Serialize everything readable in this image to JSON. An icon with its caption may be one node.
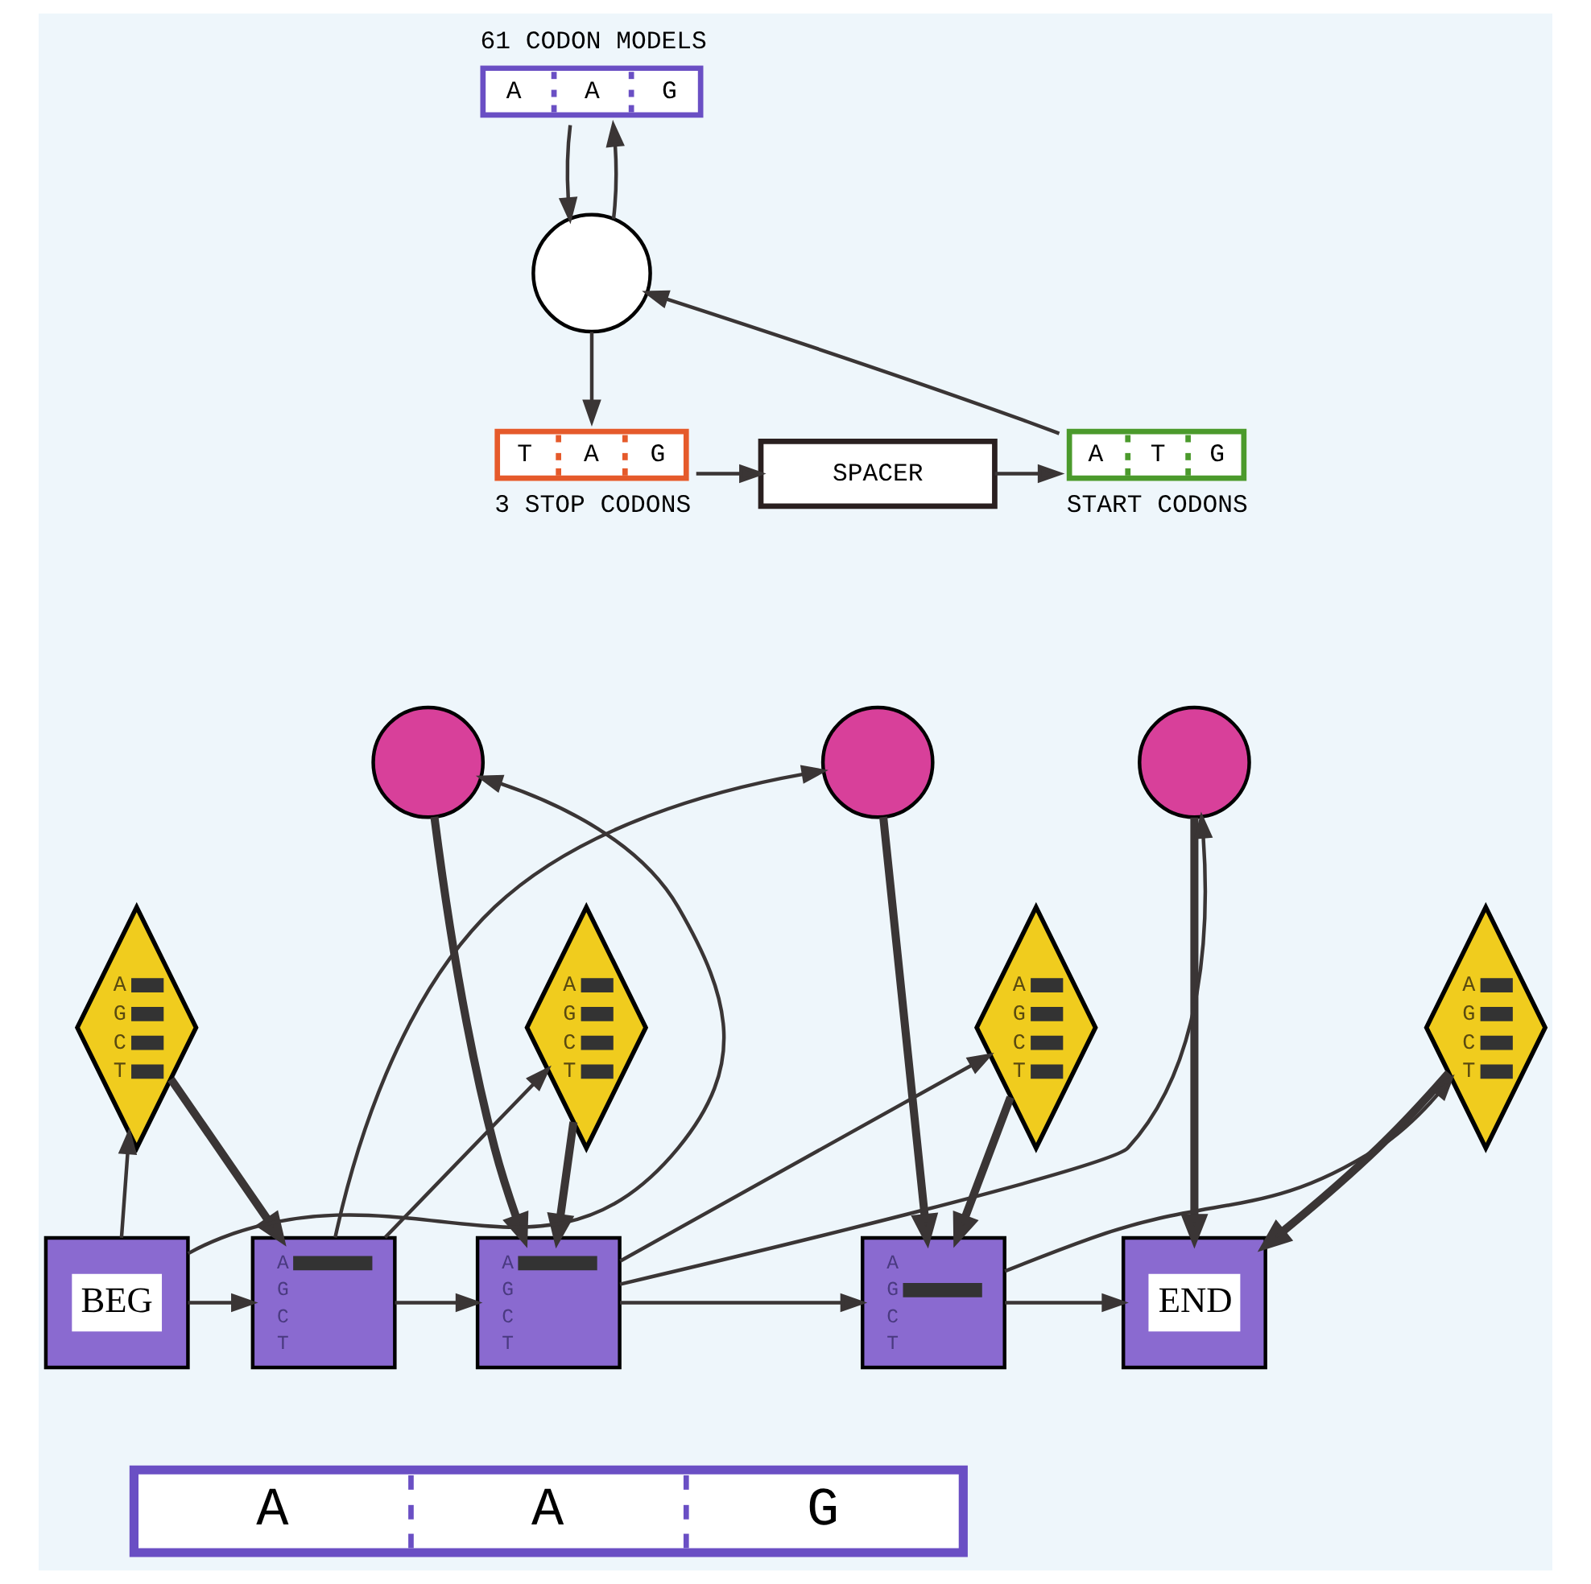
{
  "diagram": {
    "nodes": [
      {
        "text": [
          "A",
          "A",
          "G"
        ],
        "beside": [
          "61 CODON MODELS"
        ]
      },
      {
        "text": [],
        "shape": "circle"
      },
      {
        "text": [
          "T",
          "A",
          "G"
        ],
        "beside": [
          "3 STOP CODONS"
        ]
      },
      {
        "text": [
          "SPACER"
        ]
      },
      {
        "text": [
          "A",
          "T",
          "G"
        ],
        "beside": [
          "START CODONS"
        ]
      },
      {
        "text": [],
        "shape": "circle"
      },
      {
        "text": [],
        "shape": "circle"
      },
      {
        "text": [],
        "shape": "circle"
      },
      {
        "text": [
          "A",
          "G",
          "C",
          "T"
        ]
      },
      {
        "text": [
          "A",
          "G",
          "C",
          "T"
        ]
      },
      {
        "text": [
          "A",
          "G",
          "C",
          "T"
        ]
      },
      {
        "text": [
          "A",
          "G",
          "C",
          "T"
        ]
      },
      {
        "text": [
          "BEG"
        ]
      },
      {
        "text": [
          "A",
          "G",
          "C",
          "T"
        ]
      },
      {
        "text": [
          "A",
          "G",
          "C",
          "T"
        ]
      },
      {
        "text": [
          "A",
          "G",
          "C",
          "T"
        ]
      },
      {
        "text": [
          "END"
        ]
      },
      {
        "text": [
          "A",
          "A",
          "G"
        ]
      }
    ],
    "edges": [
      {
        "from": 1,
        "to": 0,
        "arrow": "to"
      },
      {
        "from": 0,
        "to": 1,
        "arrow": "to"
      },
      {
        "from": 1,
        "to": 2,
        "arrow": "to"
      },
      {
        "from": 2,
        "to": 3,
        "arrow": "to"
      },
      {
        "from": 3,
        "to": 4,
        "arrow": "to"
      },
      {
        "from": 4,
        "to": 1,
        "arrow": "to"
      },
      {
        "from": 12,
        "to": 8,
        "arrow": "to"
      },
      {
        "from": 12,
        "to": 5,
        "arrow": "to"
      },
      {
        "from": 12,
        "to": 13,
        "arrow": "to"
      },
      {
        "from": 8,
        "to": 13,
        "arrow": "to",
        "style": "thick"
      },
      {
        "from": 5,
        "to": 14,
        "arrow": "to",
        "style": "thick"
      },
      {
        "from": 13,
        "to": 9,
        "arrow": "to"
      },
      {
        "from": 13,
        "to": 6,
        "arrow": "to"
      },
      {
        "from": 13,
        "to": 14,
        "arrow": "to"
      },
      {
        "from": 9,
        "to": 14,
        "arrow": "to",
        "style": "thick"
      },
      {
        "from": 6,
        "to": 15,
        "arrow": "to",
        "style": "thick"
      },
      {
        "from": 14,
        "to": 10,
        "arrow": "to"
      },
      {
        "from": 14,
        "to": 7,
        "arrow": "to"
      },
      {
        "from": 14,
        "to": 15,
        "arrow": "to"
      },
      {
        "from": 10,
        "to": 15,
        "arrow": "to",
        "style": "thick"
      },
      {
        "from": 7,
        "to": 16,
        "arrow": "to",
        "style": "thick"
      },
      {
        "from": 15,
        "to": 11,
        "arrow": "to"
      },
      {
        "from": 15,
        "to": 16,
        "arrow": "to"
      },
      {
        "from": 11,
        "to": 16,
        "arrow": "to",
        "style": "thick"
      }
    ]
  }
}
